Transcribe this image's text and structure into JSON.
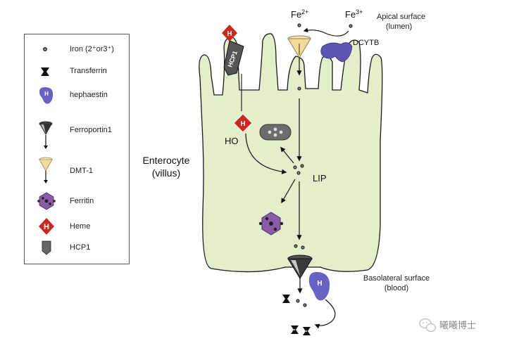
{
  "legend": {
    "items": [
      {
        "icon": "iron-dot-icon",
        "label": "Iron (2⁺or3⁺)"
      },
      {
        "icon": "transferrin-icon",
        "label": "Transferrin"
      },
      {
        "icon": "hephaestin-icon",
        "label": "hephaestin"
      },
      {
        "icon": "ferroportin-icon",
        "label": "Ferroportin1"
      },
      {
        "icon": "dmt1-icon",
        "label": "DMT-1"
      },
      {
        "icon": "ferritin-icon",
        "label": "Ferritin"
      },
      {
        "icon": "heme-icon",
        "label": "Heme"
      },
      {
        "icon": "hcp1-icon",
        "label": "HCP1"
      }
    ]
  },
  "diagram": {
    "cell_label_line1": "Enterocyte",
    "cell_label_line2": "(villus)",
    "apical_line1": "Apical surface",
    "apical_line2": "(lumen)",
    "basolateral_line1": "Basolateral surface",
    "basolateral_line2": "(blood)",
    "fe2_base": "Fe",
    "fe2_sup": "2+",
    "fe3_base": "Fe",
    "fe3_sup": "3+",
    "dcytb": "DCYTB",
    "ho": "HO",
    "lip": "LIP",
    "hcp1_text": "HCP1",
    "heme_letter": "H",
    "hephaestin_letter": "H"
  },
  "watermark": {
    "text": "曦曦博士"
  },
  "colors": {
    "cell_fill": "#e4eecb",
    "heme_red": "#c8281e",
    "dcytb_purple": "#5d56b4",
    "hephaestin_purple": "#6a62c2",
    "ferritin_purple": "#8b5aa8",
    "dmt1_tan": "#f2dc9a"
  }
}
